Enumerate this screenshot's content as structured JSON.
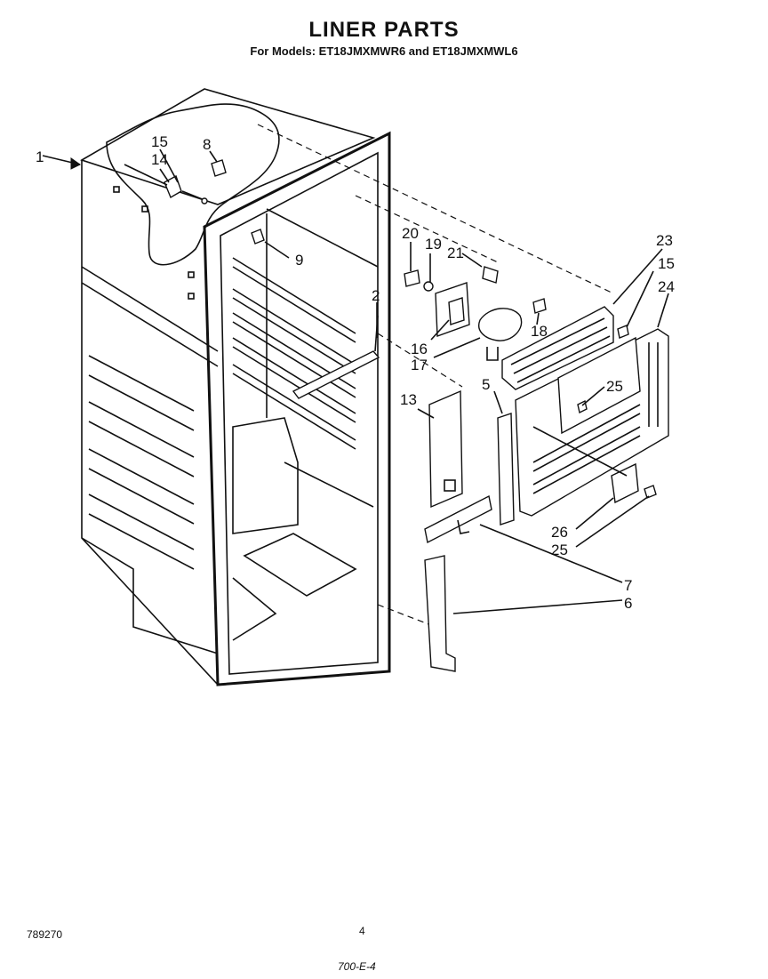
{
  "title": "LINER PARTS",
  "subtitle": "For Models: ET18JMXMWR6 and ET18JMXMWL6",
  "footer": {
    "doc_number": "789270",
    "page_number": "4",
    "handwritten_code": "700-E-4"
  },
  "callouts": [
    "1",
    "15",
    "14",
    "8",
    "9",
    "20",
    "19",
    "21",
    "23",
    "15",
    "24",
    "2",
    "16",
    "17",
    "18",
    "25",
    "13",
    "5",
    "26",
    "25",
    "7",
    "6"
  ]
}
